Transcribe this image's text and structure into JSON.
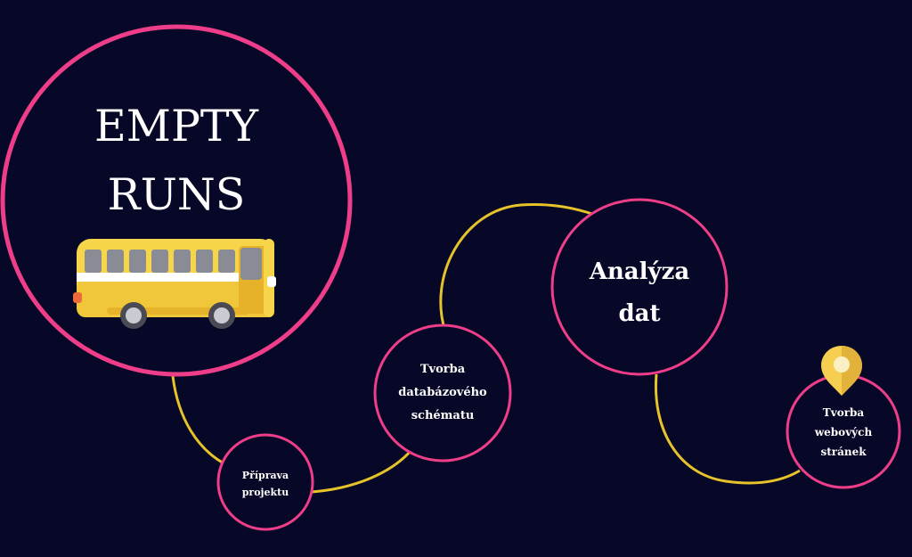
{
  "colors": {
    "background": "#070727",
    "ring": "#ee3e8a",
    "path": "#e6c32a",
    "pin": "#f6cf50",
    "bus_body": "#f6d54a",
    "bus_shade": "#e5b229",
    "window": "#8a8c95"
  },
  "main_node": {
    "title_line1": "EMPTY",
    "title_line2": "RUNS",
    "icon": "bus-icon"
  },
  "steps": [
    {
      "line1": "Příprava",
      "line2": "projektu"
    },
    {
      "line1": "Tvorba",
      "line2": "databázového",
      "line3": "schématu"
    },
    {
      "line1": "Analýza",
      "line2": "dat"
    },
    {
      "line1": "Tvorba",
      "line2": "webových",
      "line3": "stránek"
    }
  ],
  "marker_icon": "location-pin-icon"
}
